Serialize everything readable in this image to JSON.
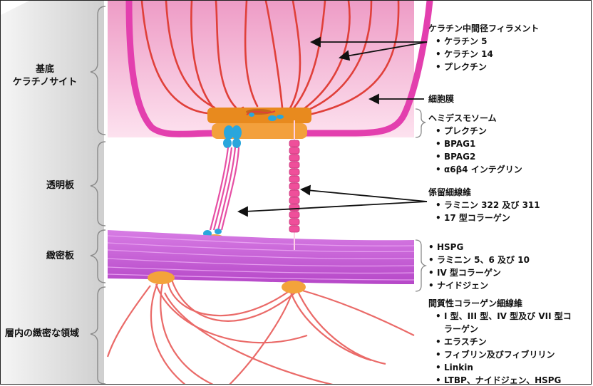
{
  "zones": {
    "basal": [
      "基底",
      "ケラチノサイト"
    ],
    "lucida": "透明板",
    "densa": "緻密板",
    "sublamina": "層内の緻密な領域"
  },
  "annotations": {
    "keratin": {
      "head": "ケラチン中間径フィラメント",
      "items": [
        "ケラチン 5",
        "ケラチン 14",
        "プレクチン"
      ]
    },
    "membrane": {
      "head": "細胞膜"
    },
    "hemidesmosome": {
      "head": "ヘミデスモソーム",
      "items": [
        "プレクチン",
        "BPAG1",
        "BPAG2",
        "α6β4 インテグリン"
      ]
    },
    "anchoring_filaments": {
      "head": "係留細線維",
      "items": [
        "ラミニン 322 及び 311",
        "17 型コラーゲン"
      ]
    },
    "densa_components": {
      "items": [
        "HSPG",
        "ラミニン 5、6 及び 10",
        "IV 型コラーゲン",
        "ナイドジェン"
      ]
    },
    "interstitial": {
      "head": "間質性コラーゲン細線維",
      "items": [
        "I 型、III 型、IV 型及び VII 型コ",
        "ラーゲン",
        "エラスチン",
        "フィブリン及びフィブリリン",
        "Linkin",
        "LTBP、ナイドジェン、HSPG"
      ]
    }
  },
  "colors": {
    "cell_top": "#f0a0c8",
    "cell_bottom": "#fde0ee",
    "membrane": "#e33fae",
    "keratin": "#e0403a",
    "hemidesmosome": "#e88a1e",
    "integrin": "#2aa6dc",
    "densa": "#c55bd6",
    "anchoring": "#ef4f9a",
    "collagen": "#e85a58",
    "gray_band": "#d4d4d4"
  }
}
